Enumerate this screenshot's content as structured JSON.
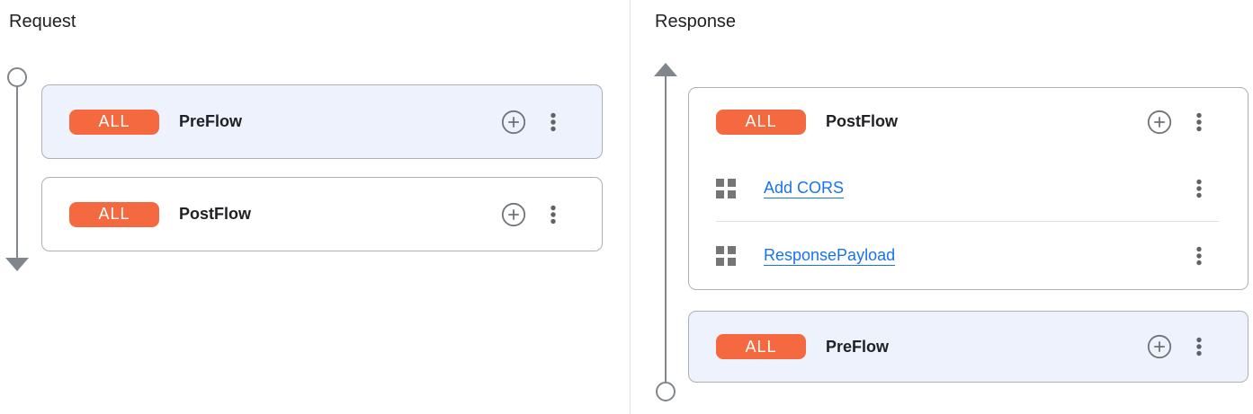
{
  "request": {
    "title": "Request",
    "flows": [
      {
        "badge": "ALL",
        "name": "PreFlow",
        "highlighted": true
      },
      {
        "badge": "ALL",
        "name": "PostFlow",
        "highlighted": false
      }
    ]
  },
  "response": {
    "title": "Response",
    "flows": [
      {
        "badge": "ALL",
        "name": "PostFlow",
        "highlighted": false,
        "policies": [
          {
            "name": "Add CORS"
          },
          {
            "name": "ResponsePayload"
          }
        ]
      },
      {
        "badge": "ALL",
        "name": "PreFlow",
        "highlighted": true
      }
    ]
  },
  "icons": {
    "add_policy": "plus-circle",
    "flow_menu": "kebab-vertical-dots",
    "policy": "grid-2x2-squares",
    "request_timeline_start": "open-circle",
    "request_timeline_end": "arrow-down",
    "response_timeline_start": "open-circle",
    "response_timeline_end": "arrow-up"
  },
  "colors": {
    "badge_orange": "#F4693F",
    "link_blue": "#1A73E8",
    "highlight_card_bg": "#EDF2FC",
    "card_border": "#ADB1B6",
    "timeline_gray": "#80868B",
    "text_dark": "#202124"
  }
}
